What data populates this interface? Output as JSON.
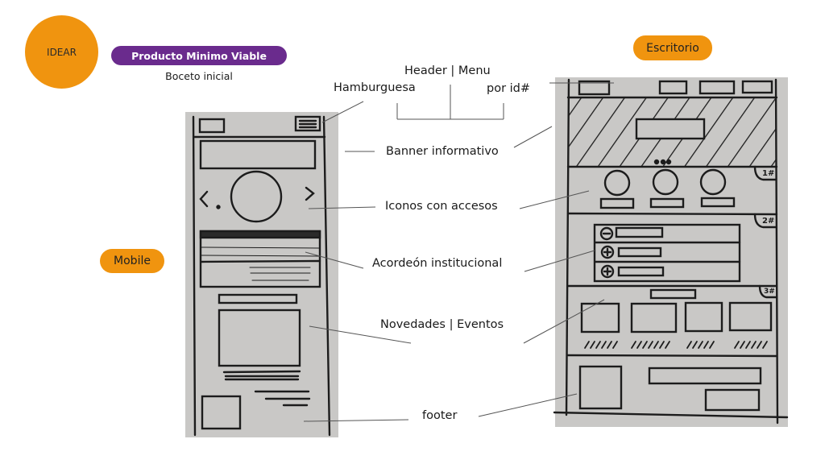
{
  "stage": {
    "label": "IDEAR",
    "color": "#f0940f"
  },
  "title_badge": {
    "label": "Producto Minimo Viable",
    "color": "#6a2b8d"
  },
  "subtitle": "Boceto inicial",
  "views": {
    "mobile": {
      "label": "Mobile"
    },
    "desktop": {
      "label": "Escritorio"
    }
  },
  "annotations": {
    "header_menu": "Header | Menu",
    "hamburger": "Hamburguesa",
    "by_id": "por id#",
    "banner": "Banner informativo",
    "icons": "Iconos con accesos",
    "accordion": "Acordeón institucional",
    "news": "Novedades | Eventos",
    "footer": "footer"
  },
  "desktop_section_tags": [
    "1#",
    "2#",
    "3#"
  ],
  "sketch": {
    "desktop_icon_count": 3,
    "desktop_accordion_rows": 3,
    "desktop_news_cards": 4
  }
}
